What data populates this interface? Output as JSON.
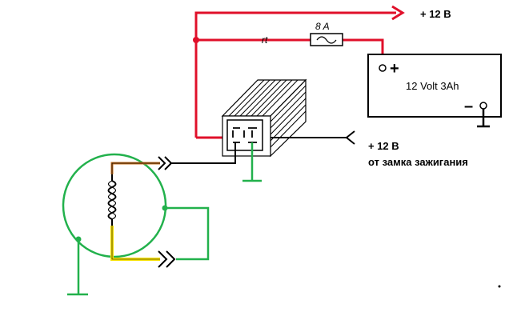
{
  "labels": {
    "plus12_top": "+ 12 B",
    "fuse_rating": "8  A",
    "wire_rt": "rt",
    "battery_label": "12 Volt 3Ah",
    "battery_plus": "+",
    "battery_minus": "–",
    "plus12_ignition": "+ 12 B",
    "from_ignition": "от замка зажигания"
  },
  "colors": {
    "red_wire": "#e0102a",
    "green_wire": "#22b14c",
    "yellow_wire": "#f5e000",
    "black_wire": "#000000"
  }
}
